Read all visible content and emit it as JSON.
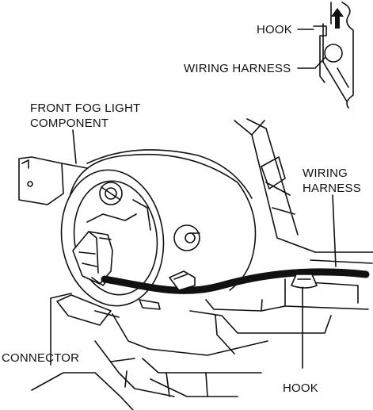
{
  "labels": {
    "hook_top": "HOOK",
    "wiring_harness_top": "WIRING HARNESS",
    "fog_light_line1": "FRONT FOG LIGHT",
    "fog_light_line2": "COMPONENT",
    "wiring_harness_right_line1": "WIRING",
    "wiring_harness_right_line2": "HARNESS",
    "connector": "CONNECTOR",
    "hook_bottom": "HOOK"
  },
  "colors": {
    "line": "#111111",
    "background": "#ffffff"
  },
  "icons": [
    "arrow-up-icon"
  ]
}
